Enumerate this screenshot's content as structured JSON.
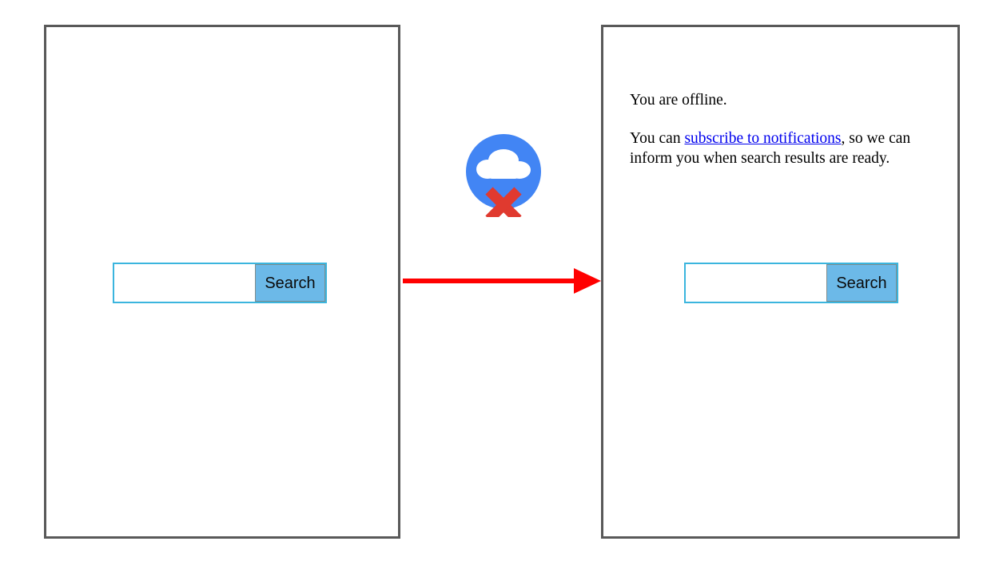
{
  "diagram": {
    "type": "before-after-transition",
    "panels": [
      {
        "id": "before",
        "name": "online-search-screen",
        "search": {
          "input_value": "",
          "input_placeholder": "",
          "button_label": "Search"
        }
      },
      {
        "id": "after",
        "name": "offline-search-screen",
        "message": {
          "line1": "You are offline.",
          "line2_prefix": "You can ",
          "link_text": "subscribe to notifications",
          "line2_suffix": ", so we can inform you when search results are ready."
        },
        "search": {
          "input_value": "",
          "input_placeholder": "",
          "button_label": "Search"
        }
      }
    ],
    "connector": {
      "name": "transition-arrow",
      "direction": "left-to-right",
      "color": "#FF0000"
    },
    "status_icon": {
      "name": "cloud-offline-icon",
      "circle_color": "#4285F4",
      "cloud_color": "#FFFFFF",
      "cross_color": "#E03A2F"
    }
  },
  "colors": {
    "frame_border": "#595959",
    "input_border": "#3BB5DE",
    "button_fill": "#6CB9E8",
    "button_border": "#7F8C8D",
    "link": "#0000EE",
    "arrow": "#FF0000"
  }
}
